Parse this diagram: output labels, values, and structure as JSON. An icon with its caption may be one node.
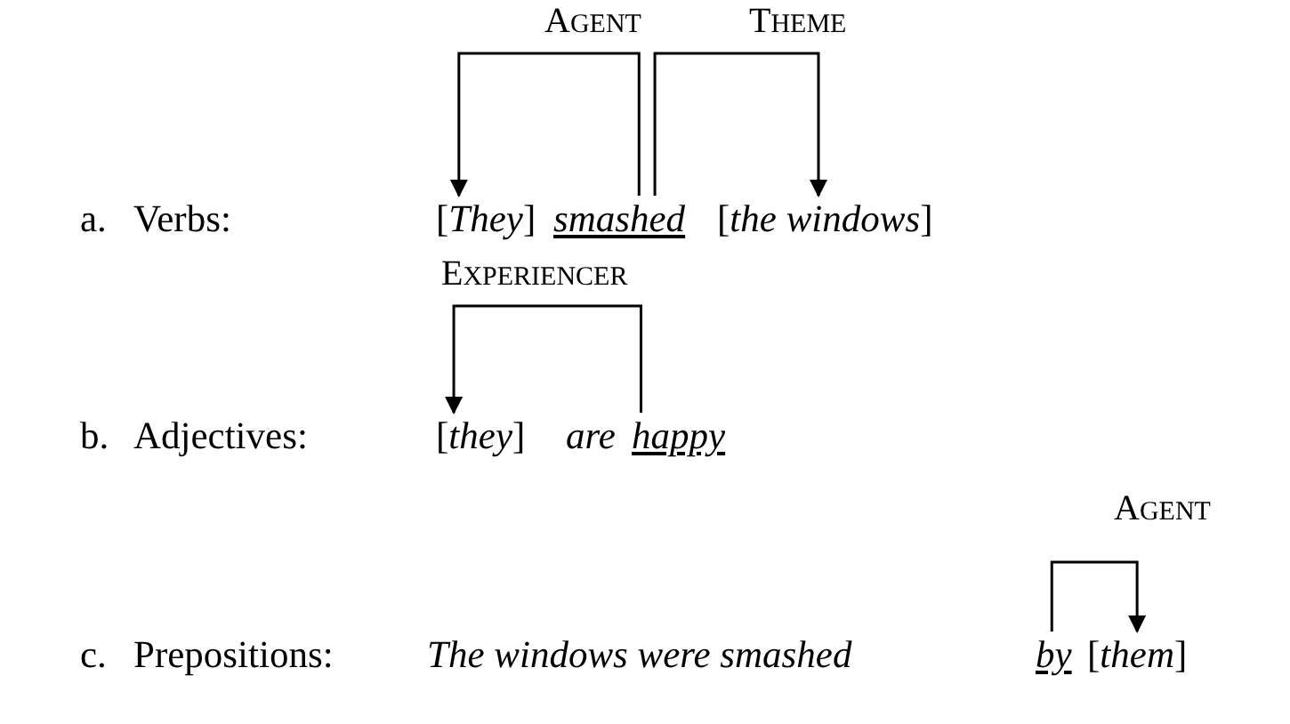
{
  "diagram": {
    "nodes": [
      {
        "text": [
          "[*They*]"
        ]
      },
      {
        "text": [
          "smashed"
        ]
      },
      {
        "text": [
          "[*the windows*]"
        ]
      },
      {
        "text": [
          "[*they*]"
        ]
      },
      {
        "text": [
          "happy"
        ]
      },
      {
        "text": [
          "by"
        ]
      },
      {
        "text": [
          "[*them*]"
        ]
      }
    ],
    "edges": [
      {
        "from": 1,
        "to": 0,
        "arrow": "to",
        "label": "AGENT"
      },
      {
        "from": 1,
        "to": 2,
        "arrow": "to",
        "label": "THEME"
      },
      {
        "from": 4,
        "to": 3,
        "arrow": "to",
        "label": "EXPERIENCER"
      },
      {
        "from": 5,
        "to": 6,
        "arrow": "to",
        "label": "AGENT"
      }
    ],
    "labels": [
      "a.",
      "Verbs:",
      "b.",
      "Adjectives:",
      "are",
      "c.",
      "Prepositions:",
      "The windows were smashed"
    ]
  }
}
